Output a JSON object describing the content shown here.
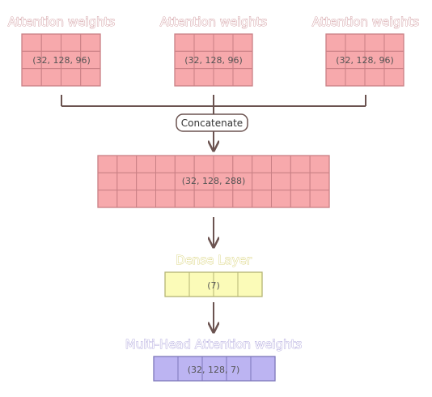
{
  "inputs": [
    {
      "title": "Attention weights",
      "shape": "(32, 128, 96)"
    },
    {
      "title": "Attention weights",
      "shape": "(32, 128, 96)"
    },
    {
      "title": "Attention weights",
      "shape": "(32, 128, 96)"
    }
  ],
  "concat": {
    "label": "Concatenate",
    "shape": "(32, 128, 288)"
  },
  "dense": {
    "title": "Dense Layer",
    "shape": "(7)"
  },
  "output": {
    "title": "Multi-Head Attention weights",
    "shape": "(32, 128, 7)"
  },
  "colors": {
    "pink_fill": "#f7a9ac",
    "pink_stroke": "#c98085",
    "pink_title": "#c7858b",
    "yellow_fill": "#fbfbb8",
    "yellow_stroke": "#b4b474",
    "yellow_title": "#d3cc66",
    "purple_fill": "#bcb4f2",
    "purple_stroke": "#7d76b9",
    "purple_title": "#9a8fd3",
    "arrow": "#6b5350"
  },
  "icons": {
    "arrowhead": "arrowhead-icon"
  }
}
